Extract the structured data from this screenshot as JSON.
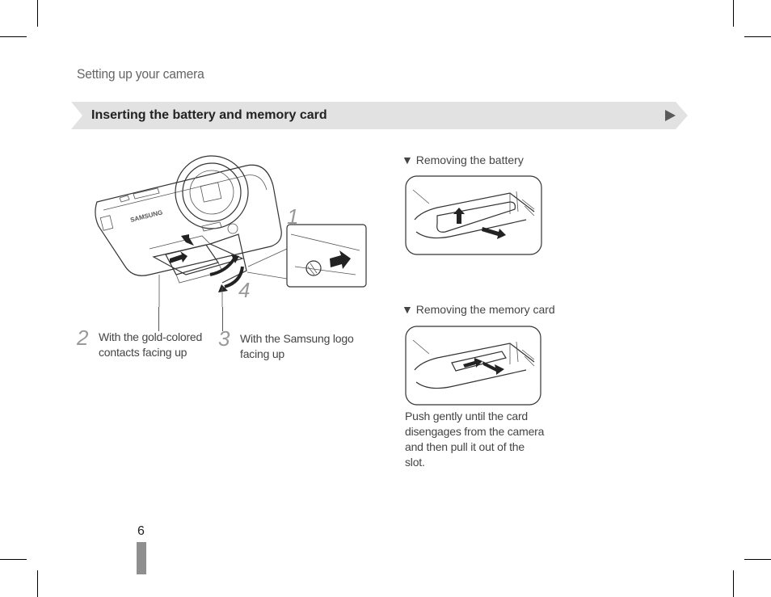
{
  "page": {
    "section_title": "Setting up your camera",
    "banner_title": "Inserting the battery and memory card",
    "page_number": "6"
  },
  "main_illustration": {
    "brand_label": "SAMSUNG",
    "callouts": [
      {
        "number": "1"
      },
      {
        "number": "4"
      }
    ]
  },
  "steps": [
    {
      "number": "2",
      "text_line1": "With the gold-colored",
      "text_line2": "contacts facing up"
    },
    {
      "number": "3",
      "text_line1": "With the Samsung logo",
      "text_line2": "facing up"
    }
  ],
  "removing_battery": {
    "heading": "▼  Removing the battery"
  },
  "removing_card": {
    "heading": "▼  Removing the memory card",
    "text_lines": [
      "Push gently until the card",
      "disengages from the camera",
      "and then pull it out of the",
      "slot."
    ]
  },
  "colors": {
    "banner_fill": "#e2e2e2",
    "arrow_icon": "#5a5a5a",
    "page_bar": "#8f8f8f",
    "step_number": "#999999"
  }
}
